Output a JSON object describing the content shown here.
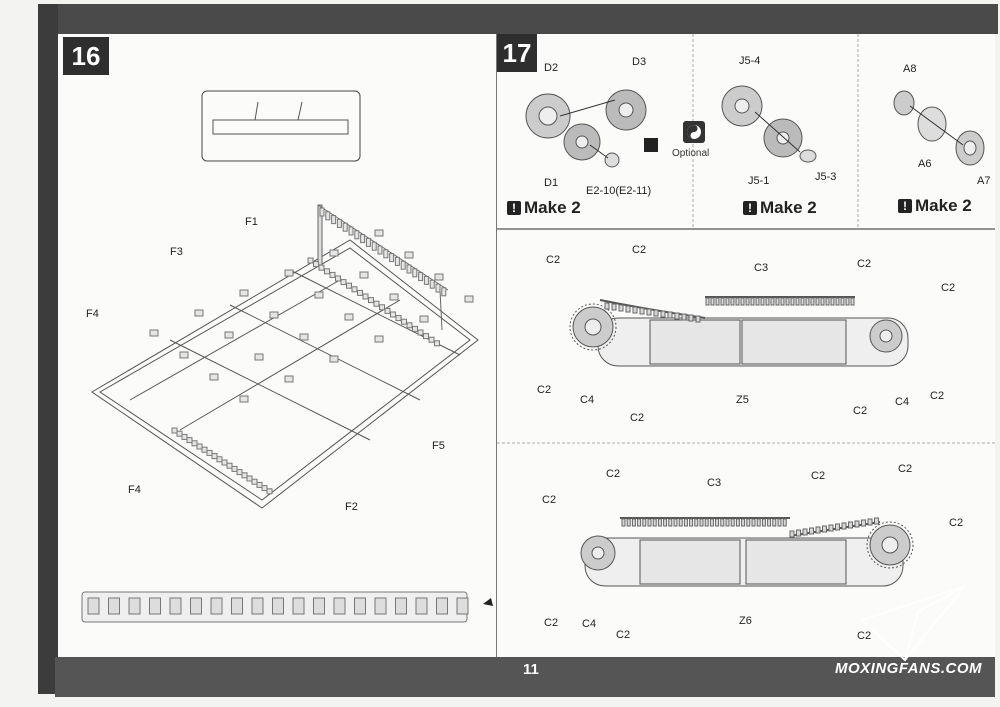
{
  "page_number": "11",
  "watermark": "MOXINGFANS.COM",
  "step16": {
    "number": "16",
    "labels": {
      "f1": "F1",
      "f3": "F3",
      "f4_top": "F4",
      "f4_bottom": "F4",
      "f5": "F5",
      "f2": "F2"
    }
  },
  "step17": {
    "number": "17",
    "sub1": {
      "d2": "D2",
      "d3": "D3",
      "d1": "D1",
      "e2": "E2-10(E2-11)",
      "make": "Make 2"
    },
    "optional": "Optional",
    "sub2": {
      "j54": "J5-4",
      "j51": "J5-1",
      "j53": "J5-3",
      "make": "Make 2"
    },
    "sub3": {
      "a8": "A8",
      "a6": "A6",
      "a7": "A7",
      "make": "Make 2"
    }
  },
  "track_upper": {
    "c2": "C2",
    "c3": "C3",
    "c4": "C4",
    "z": "Z5"
  },
  "track_lower": {
    "c2": "C2",
    "c3": "C3",
    "c4": "C4",
    "z": "Z6"
  }
}
